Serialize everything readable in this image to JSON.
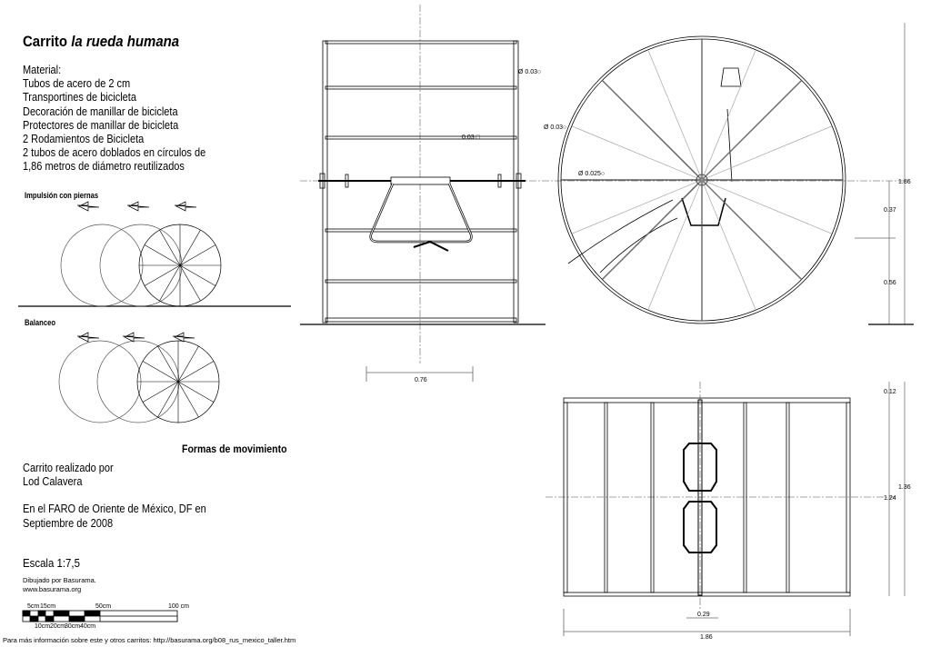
{
  "title": {
    "prefix": "Carrito",
    "italic": "la rueda humana"
  },
  "materials": [
    "Material:",
    "Tubos de acero de 2 cm",
    "Transportines de bicicleta",
    "Decoración de manillar de bicicleta",
    "Protectores de manillar de bicicleta",
    "2 Rodamientos de Bicicleta",
    "2 tubos de acero doblados en círculos de",
    "1,86 metros de diámetro  reutilizados"
  ],
  "motion": {
    "legs_label": "Impulsión con piernas",
    "balance_label": "Balanceo",
    "section_title": "Formas de movimiento"
  },
  "credits": [
    "Carrito realizado por",
    "Lod Calavera",
    "",
    "En el FARO de Oriente de México, DF en",
    "Septiembre de 2008"
  ],
  "scale": "Escala 1:7,5",
  "drawn_by": [
    "Dibujado por Basurama.",
    "www.basurama.org"
  ],
  "scale_bar": {
    "top": [
      "5cm",
      "15cm",
      "50cm",
      "100 cm"
    ],
    "bottom": [
      "10cm",
      "20cm",
      "30cm",
      "40cm"
    ]
  },
  "footer": "Para más información sobre este y otros carritos: http://basurama.org/b08_rus_mexico_taller.htm",
  "annotations": {
    "tube_frame": "Ø 0.03○",
    "tube_wheel": "Ø 0.03○",
    "tube_spoke": "Ø 0.025○",
    "square_tube": "0.03 □"
  },
  "dimensions": {
    "front_width": "0.76",
    "height_total": "1.86",
    "height_upper": "0.37",
    "height_lower": "0.56",
    "plan_top": "0.12",
    "plan_total": "1.36",
    "plan_inner": "1.24",
    "plan_axle": "0.29",
    "plan_width": "1.86"
  }
}
